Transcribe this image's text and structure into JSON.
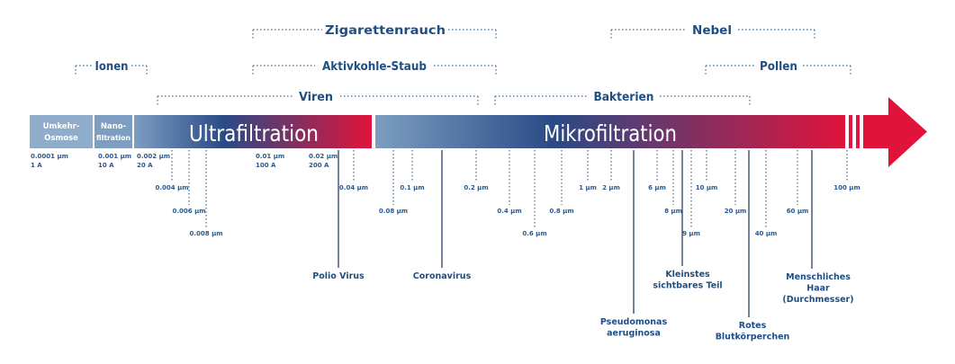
{
  "colors": {
    "label": "#1f4e84",
    "bracket": "#3a6a9c",
    "bar_start": "#7d9ec1",
    "bar_mid": "#2a4a86",
    "bar_end": "#e0133a",
    "tick": "#2a5a90"
  },
  "segments": {
    "umkehr": [
      "Umkehr-",
      "Osmose"
    ],
    "nano": [
      "Nano-",
      "filtration"
    ],
    "ultra": "Ultrafiltration",
    "mikro": "Mikrofiltration"
  },
  "ranges": [
    {
      "label": "Zigarettenrauch"
    },
    {
      "label": "Nebel"
    },
    {
      "label": "Ionen"
    },
    {
      "label": "Aktivkohle-Staub"
    },
    {
      "label": "Pollen"
    },
    {
      "label": "Viren"
    },
    {
      "label": "Bakterien"
    }
  ],
  "ticks": [
    {
      "lines": [
        "0.0001 μm",
        "1 A"
      ]
    },
    {
      "lines": [
        "0.001 μm",
        "10 A"
      ]
    },
    {
      "lines": [
        "0.002 μm",
        "20 A"
      ]
    },
    {
      "lines": [
        "0.004 μm"
      ]
    },
    {
      "lines": [
        "0.006 μm"
      ]
    },
    {
      "lines": [
        "0.008 μm"
      ]
    },
    {
      "lines": [
        "0.01 μm",
        "100 A"
      ]
    },
    {
      "lines": [
        "0.02 μm",
        "200 A"
      ]
    },
    {
      "lines": [
        "0.04 μm"
      ]
    },
    {
      "lines": [
        "0.08 μm"
      ]
    },
    {
      "lines": [
        "0.1 μm"
      ]
    },
    {
      "lines": [
        "0.2 μm"
      ]
    },
    {
      "lines": [
        "0.4 μm"
      ]
    },
    {
      "lines": [
        "0.6 μm"
      ]
    },
    {
      "lines": [
        "0.8 μm"
      ]
    },
    {
      "lines": [
        "1 μm"
      ]
    },
    {
      "lines": [
        "2 μm"
      ]
    },
    {
      "lines": [
        "6 μm"
      ]
    },
    {
      "lines": [
        "8 μm"
      ]
    },
    {
      "lines": [
        "9 μm"
      ]
    },
    {
      "lines": [
        "10 μm"
      ]
    },
    {
      "lines": [
        "20 μm"
      ]
    },
    {
      "lines": [
        "40 μm"
      ]
    },
    {
      "lines": [
        "60 μm"
      ]
    },
    {
      "lines": [
        "100 μm"
      ]
    }
  ],
  "callouts": [
    {
      "lines": [
        "Polio Virus"
      ]
    },
    {
      "lines": [
        "Coronavirus"
      ]
    },
    {
      "lines": [
        "Pseudomonas",
        "aeruginosa"
      ]
    },
    {
      "lines": [
        "Kleinstes",
        "sichtbares Teil"
      ]
    },
    {
      "lines": [
        "Rotes",
        "Blutkörperchen"
      ]
    },
    {
      "lines": [
        "Menschliches",
        "Haar",
        "(Durchmesser)"
      ]
    }
  ]
}
